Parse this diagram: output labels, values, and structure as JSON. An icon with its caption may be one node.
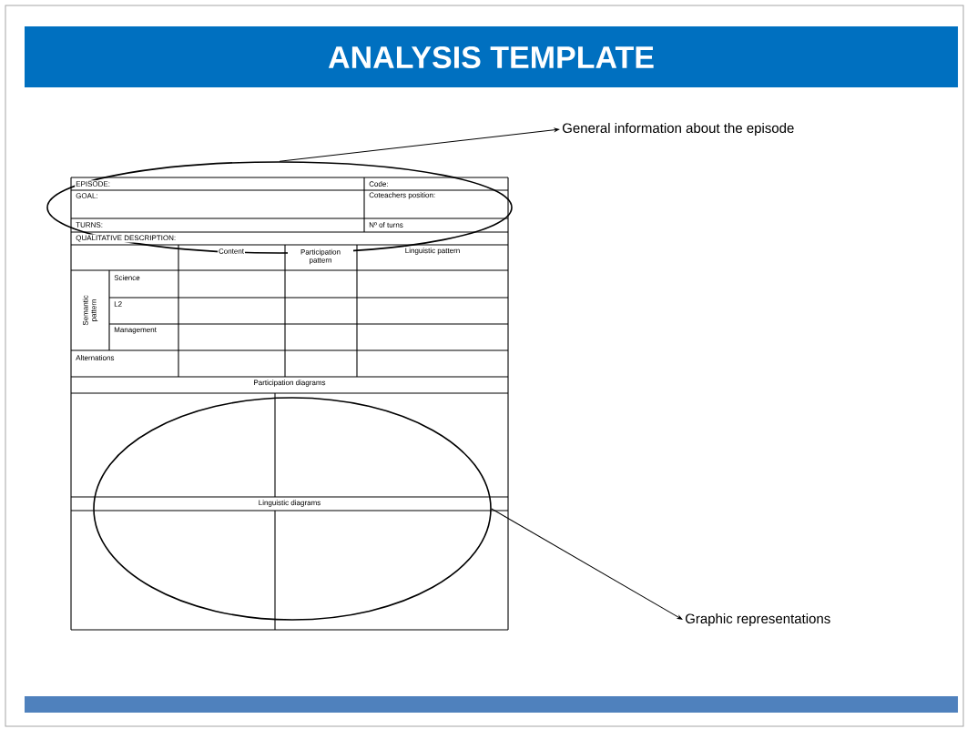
{
  "diagram": {
    "title": "ANALYSIS TEMPLATE",
    "nodes": [
      {
        "text": [
          "General information about the episode"
        ]
      },
      {
        "text": [],
        "shape": "circle"
      },
      {
        "text": [
          "Graphic representations"
        ]
      },
      {
        "text": [],
        "shape": "circle"
      }
    ],
    "edges": [
      {
        "from": 1,
        "to": 0,
        "arrow": "to"
      },
      {
        "from": 3,
        "to": 2,
        "arrow": "to"
      }
    ],
    "labels": [
      "EPISODE:",
      "Code:",
      "GOAL:",
      "Coteachers position:",
      "TURNS:",
      "Nº of turns",
      "QUALITATIVE DESCRIPTION:",
      "Content",
      "Participation pattern",
      "Linguistic pattern",
      "Semantic pattern",
      "Science",
      "L2",
      "Management",
      "Alternations",
      "Participation diagrams",
      "Linguistic diagrams"
    ]
  }
}
